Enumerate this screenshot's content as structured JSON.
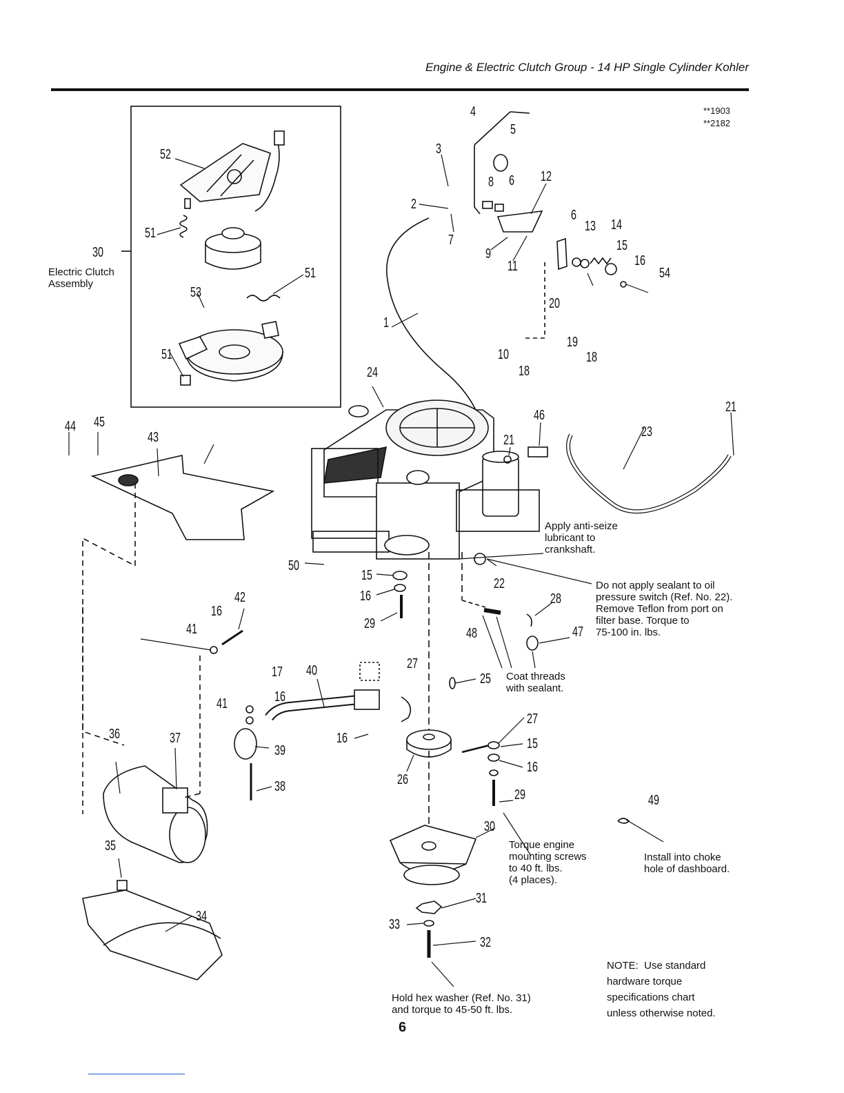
{
  "header": {
    "title": "Engine & Electric Clutch Group - 14 HP Single Cylinder Kohler"
  },
  "ref_codes": [
    "**1903",
    "**2182"
  ],
  "inset": {
    "ref": "30",
    "label_line1": "Electric Clutch",
    "label_line2": "Assembly"
  },
  "part_labels": [
    "1",
    "2",
    "3",
    "4",
    "5",
    "6",
    "7",
    "8",
    "9",
    "10",
    "11",
    "12",
    "13",
    "14",
    "15",
    "16",
    "17",
    "18",
    "19",
    "20",
    "21",
    "22",
    "23",
    "24",
    "25",
    "26",
    "27",
    "28",
    "29",
    "30",
    "31",
    "32",
    "33",
    "34",
    "35",
    "36",
    "37",
    "38",
    "39",
    "40",
    "41",
    "42",
    "43",
    "44",
    "45",
    "46",
    "47",
    "48",
    "49",
    "50",
    "51",
    "52",
    "53",
    "54"
  ],
  "notes": {
    "anti_seize": [
      "Apply anti-seize",
      "lubricant to",
      "crankshaft."
    ],
    "oil_pressure": [
      "Do not apply sealant to oil",
      "pressure switch (Ref. No. 22).",
      "Remove Teflon from port on",
      "filter base. Torque to",
      "75-100 in. lbs."
    ],
    "coat_threads": [
      "Coat threads",
      "with sealant."
    ],
    "torque_engine": [
      "Torque engine",
      "mounting screws",
      "to 40 ft. lbs.",
      "(4 places)."
    ],
    "choke": [
      "Install into choke",
      "hole of dashboard."
    ],
    "hex_washer": [
      "Hold hex washer (Ref. No. 31)",
      "and torque to 45-50 ft. lbs."
    ],
    "standard_note": [
      "NOTE:  Use standard",
      "hardware torque",
      "specifications chart",
      "unless otherwise noted."
    ]
  },
  "page_number": "6"
}
